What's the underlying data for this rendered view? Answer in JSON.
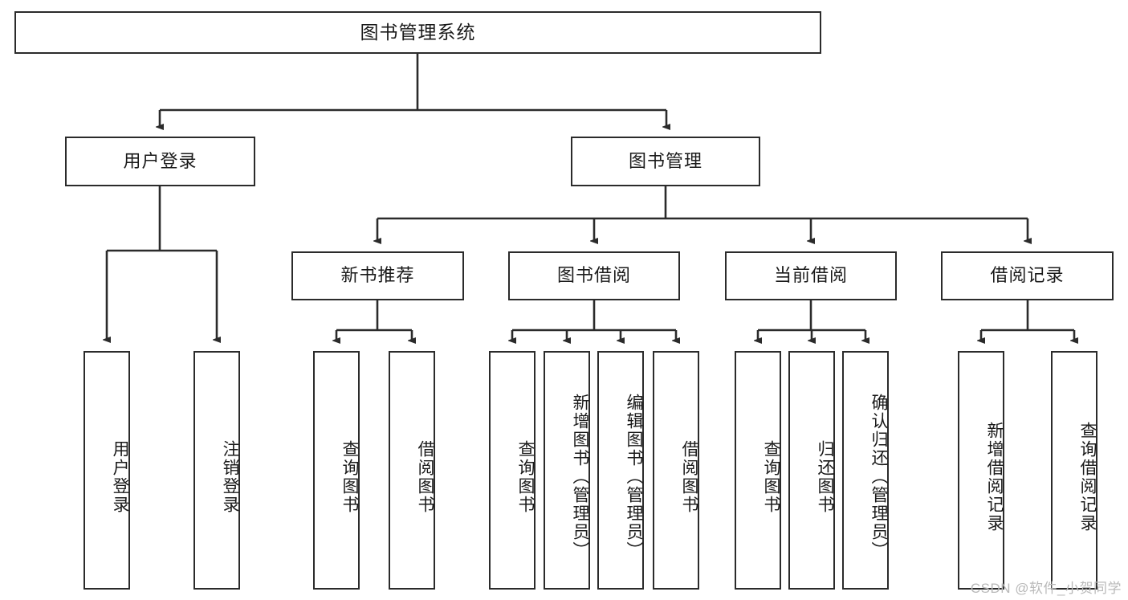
{
  "diagram": {
    "title": "图书管理系统",
    "colors": {
      "stroke": "#2b2b2b",
      "box_fill": "#ffffff",
      "text": "#1a1a1a",
      "watermark": "#b9b9b9",
      "background": "#ffffff"
    },
    "root": {
      "label": "图书管理系统"
    },
    "level2": [
      {
        "label": "用户登录"
      },
      {
        "label": "图书管理"
      }
    ],
    "level3": [
      {
        "label": "新书推荐"
      },
      {
        "label": "图书借阅"
      },
      {
        "label": "当前借阅"
      },
      {
        "label": "借阅记录"
      }
    ],
    "leaves": {
      "user_login": [
        {
          "label": "用户登录"
        },
        {
          "label": "注销登录"
        }
      ],
      "new_book_recommend": [
        {
          "label": "查询图书"
        },
        {
          "label": "借阅图书"
        }
      ],
      "book_borrow": [
        {
          "label": "查询图书"
        },
        {
          "label": "新增图书（管理员）"
        },
        {
          "label": "编辑图书（管理员）"
        },
        {
          "label": "借阅图书"
        }
      ],
      "current_borrow": [
        {
          "label": "查询图书"
        },
        {
          "label": "归还图书"
        },
        {
          "label": "确认归还（管理员）"
        }
      ],
      "borrow_record": [
        {
          "label": "新增借阅记录"
        },
        {
          "label": "查询借阅记录"
        }
      ]
    },
    "watermark": "CSDN @软件_小贺同学"
  }
}
